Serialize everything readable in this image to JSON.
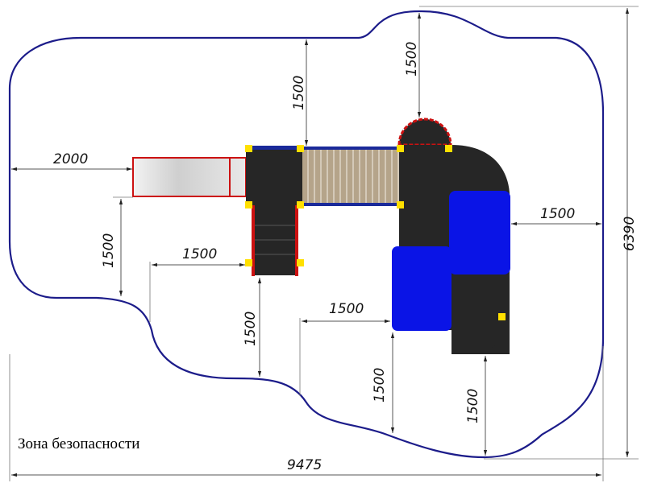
{
  "caption": "Зона безопасности",
  "colors": {
    "zone_outline": "#1c1c8a",
    "equipment_dark": "#262626",
    "equipment_blue": "#0a14e6",
    "accent_red": "#cc1111",
    "accent_yellow": "#ffe000",
    "bridge_tan": "#b5a48a"
  },
  "dimensions": {
    "slide_left": "2000",
    "bridge_top": "1500",
    "tower_top": "1500",
    "tube_right": "1500",
    "overall_height": "6390",
    "slide_bottom": "1500",
    "stairs_left": "1500",
    "stairs_bottom": "1500",
    "tunnel_left": "1500",
    "tunnel_bottom": "1500",
    "tube_bottom": "1500",
    "overall_width": "9475"
  }
}
